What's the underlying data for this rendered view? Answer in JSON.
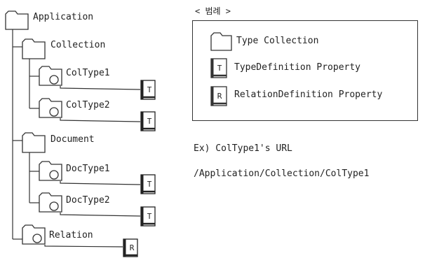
{
  "tree": {
    "root": "Application",
    "collection": "Collection",
    "coltype1": "ColType1",
    "coltype2": "ColType2",
    "document": "Document",
    "doctype1": "DocType1",
    "doctype2": "DocType2",
    "relation": "Relation"
  },
  "badges": {
    "type_definition": "T",
    "relation_definition": "R"
  },
  "legend": {
    "title": "< 범례 >",
    "items": [
      {
        "icon": "folder-icon",
        "label": "Type Collection"
      },
      {
        "icon": "type-definition-doc-icon",
        "label": "TypeDefinition Property"
      },
      {
        "icon": "relation-definition-doc-icon",
        "label": "RelationDefinition Property"
      }
    ]
  },
  "example": {
    "caption": "Ex) ColType1's URL",
    "url": "/Application/Collection/ColType1"
  }
}
